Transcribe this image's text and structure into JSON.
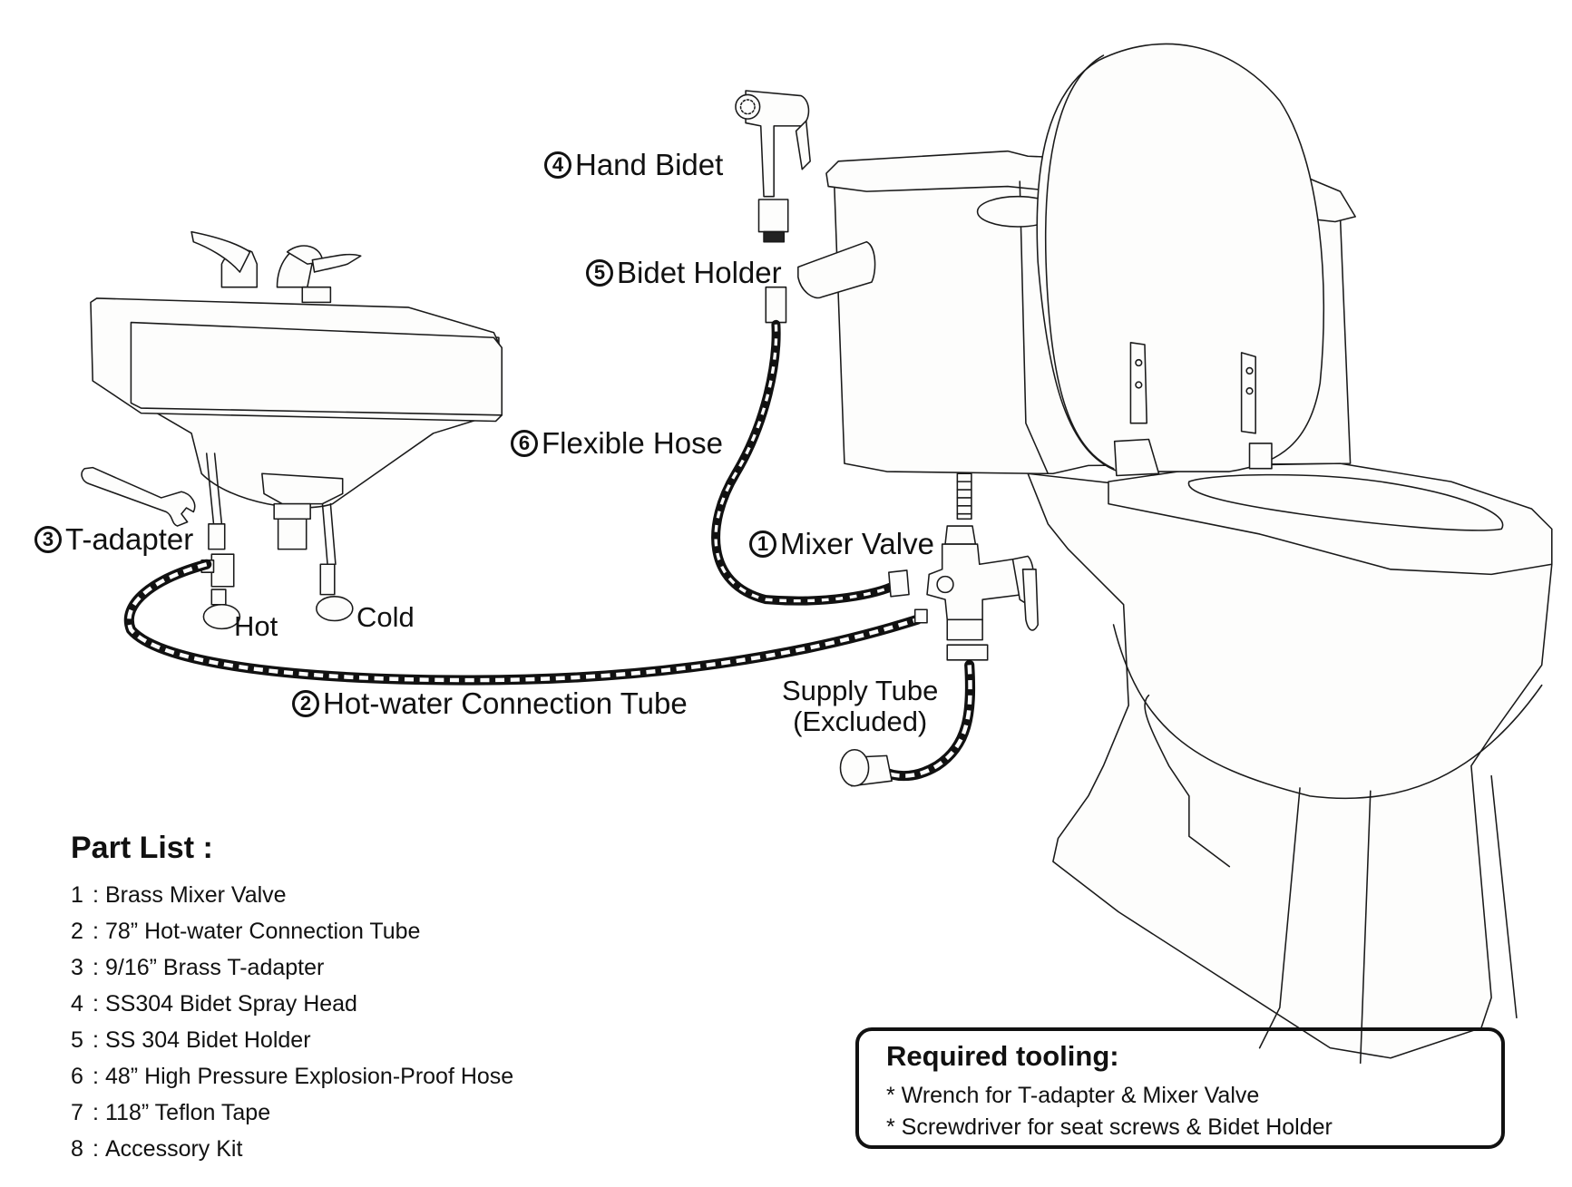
{
  "labels": {
    "hand_bidet": {
      "num": "4",
      "text": "Hand Bidet"
    },
    "bidet_holder": {
      "num": "5",
      "text": "Bidet Holder"
    },
    "flexible_hose": {
      "num": "6",
      "text": "Flexible Hose"
    },
    "mixer_valve": {
      "num": "1",
      "text": "Mixer Valve"
    },
    "t_adapter": {
      "num": "3",
      "text": "T-adapter"
    },
    "hot_water_tube": {
      "num": "2",
      "text": "Hot-water Connection Tube"
    },
    "hot": "Hot",
    "cold": "Cold",
    "supply_tube_line1": "Supply Tube",
    "supply_tube_line2": "(Excluded)"
  },
  "part_list": {
    "title": "Part List :",
    "items": [
      {
        "num": "1",
        "text": "Brass Mixer Valve"
      },
      {
        "num": "2",
        "text": "78” Hot-water Connection Tube"
      },
      {
        "num": "3",
        "text": "9/16” Brass T-adapter"
      },
      {
        "num": "4",
        "text": "SS304 Bidet Spray Head"
      },
      {
        "num": "5",
        "text": "SS 304 Bidet Holder"
      },
      {
        "num": "6",
        "text": "48” High Pressure Explosion-Proof Hose"
      },
      {
        "num": "7",
        "text": "118” Teflon Tape"
      },
      {
        "num": "8",
        "text": "Accessory Kit"
      }
    ]
  },
  "tooling": {
    "title": "Required tooling:",
    "items": [
      "* Wrench for T-adapter & Mixer Valve",
      "* Screwdriver for seat screws & Bidet Holder"
    ]
  }
}
